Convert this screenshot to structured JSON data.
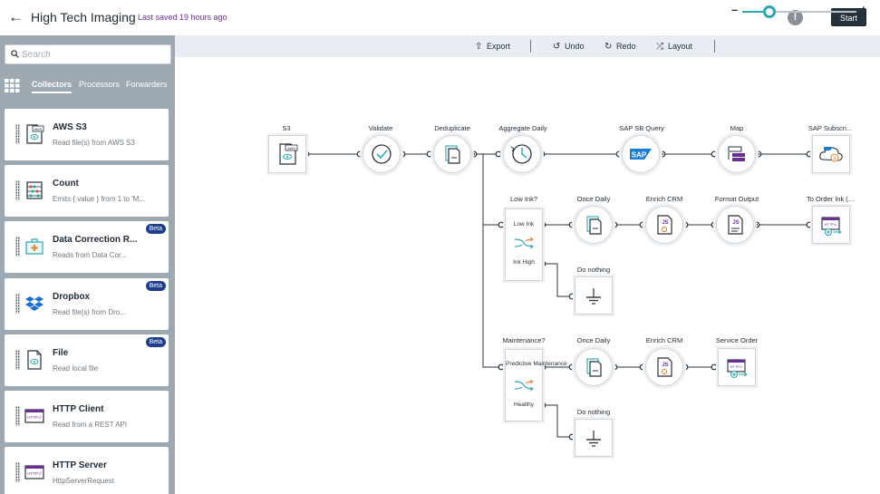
{
  "header": {
    "title": "High Tech Imaging",
    "last_saved": "Last saved 19 hours ago",
    "start_label": "Start"
  },
  "sidebar": {
    "search_placeholder": "Search",
    "tabs": [
      {
        "label": "Collectors",
        "active": true
      },
      {
        "label": "Processors",
        "active": false
      },
      {
        "label": "Forwarders",
        "active": false
      }
    ],
    "cards": [
      {
        "title": "AWS S3",
        "desc": "Read file(s) from AWS S3",
        "icon": "aws-s3-file-icon"
      },
      {
        "title": "Count",
        "desc": "Emits { value } from 1 to 'M...",
        "icon": "abacus-icon"
      },
      {
        "title": "Data Correction R...",
        "desc": "Reads from Data Cor...",
        "icon": "medical-kit-icon",
        "badge": "Beta"
      },
      {
        "title": "Dropbox",
        "desc": "Read file(s) from Dro...",
        "icon": "dropbox-icon",
        "badge": "Beta"
      },
      {
        "title": "File",
        "desc": "Read local file",
        "icon": "file-icon",
        "badge": "Beta"
      },
      {
        "title": "HTTP Client",
        "desc": "Read from a REST API",
        "icon": "http-client-icon"
      },
      {
        "title": "HTTP Server",
        "desc": "HttpServerRequest",
        "icon": "http-server-icon"
      }
    ]
  },
  "toolbar": {
    "export": "Export",
    "undo": "Undo",
    "redo": "Redo",
    "layout": "Layout",
    "zoom_minus": "–",
    "zoom_plus": "+",
    "zoom_level": 0.24
  },
  "flow": {
    "nodes": [
      {
        "id": "s3",
        "label": "S3",
        "icon": "aws-s3-file-icon"
      },
      {
        "id": "validate",
        "label": "Validate",
        "icon": "check-circle-icon"
      },
      {
        "id": "dedupe",
        "label": "Deduplicate",
        "icon": "duplicate-docs-icon"
      },
      {
        "id": "aggregate",
        "label": "Aggregate Daily",
        "icon": "clock-icon"
      },
      {
        "id": "sap_query",
        "label": "SAP SB Query",
        "icon": "sap-logo-icon"
      },
      {
        "id": "map",
        "label": "Map",
        "icon": "map-table-icon"
      },
      {
        "id": "sap_sub",
        "label": "SAP Subscri...",
        "icon": "sap-cloud-icon"
      },
      {
        "id": "low_ink",
        "label": "Low Ink?",
        "icon": "switch-icon",
        "ports": [
          "Low Ink",
          "Ink High"
        ]
      },
      {
        "id": "once1",
        "label": "Once Daily",
        "icon": "duplicate-docs-icon"
      },
      {
        "id": "enrich1",
        "label": "Enrich CRM",
        "icon": "js-file-icon"
      },
      {
        "id": "format",
        "label": "Format Output",
        "icon": "js-file-icon"
      },
      {
        "id": "to_order",
        "label": "To Order Ink (...",
        "icon": "http-forward-icon"
      },
      {
        "id": "nothing1",
        "label": "Do nothing",
        "icon": "ground-icon"
      },
      {
        "id": "maint",
        "label": "Maintenance?",
        "icon": "switch-icon",
        "ports": [
          "Predictive Maintenance",
          "Healthy"
        ]
      },
      {
        "id": "once2",
        "label": "Once Daily",
        "icon": "duplicate-docs-icon"
      },
      {
        "id": "enrich2",
        "label": "Enrich CRM",
        "icon": "js-file-icon"
      },
      {
        "id": "service",
        "label": "Service Order",
        "icon": "http-forward-icon"
      },
      {
        "id": "nothing2",
        "label": "Do nothing",
        "icon": "ground-icon"
      }
    ]
  },
  "colors": {
    "dark": "#25313c",
    "accent": "#2aa6b4",
    "sap_blue": "#1a7fd4",
    "beta": "#1e3f8f",
    "saved_purple": "#6b2f93"
  }
}
